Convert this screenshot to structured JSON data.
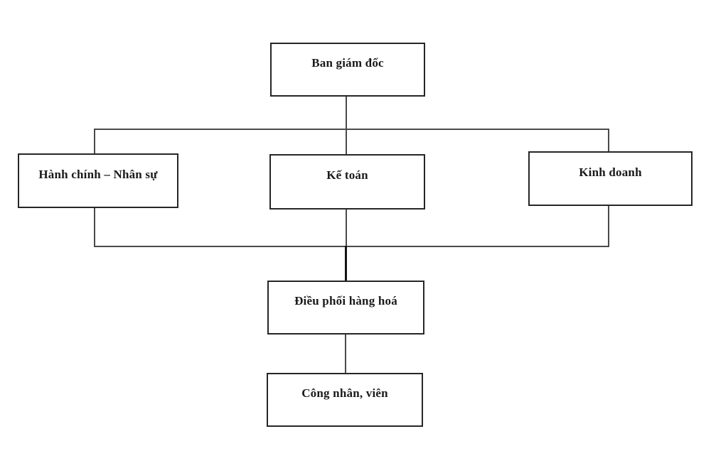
{
  "diagram": {
    "type": "org-chart",
    "nodes": {
      "board": {
        "label": "Ban giám đốc"
      },
      "admin_hr": {
        "label": "Hành chính – Nhân sự"
      },
      "accounting": {
        "label": "Kế toán"
      },
      "sales": {
        "label": "Kinh doanh"
      },
      "coordination": {
        "label": "Điều phối hàng hoá"
      },
      "staff": {
        "label": "Công nhân, viên"
      }
    },
    "edges": [
      {
        "from": "board",
        "to": "admin_hr"
      },
      {
        "from": "board",
        "to": "accounting"
      },
      {
        "from": "board",
        "to": "sales"
      },
      {
        "from": "admin_hr",
        "to": "coordination"
      },
      {
        "from": "accounting",
        "to": "coordination"
      },
      {
        "from": "sales",
        "to": "coordination"
      },
      {
        "from": "coordination",
        "to": "staff"
      }
    ],
    "colors": {
      "background": "#ffffff",
      "box_fill": "#ffffff",
      "box_border": "#262626",
      "text": "#1a1a1a",
      "connector": "#4a4a4a",
      "connector_bold": "#141414"
    }
  }
}
